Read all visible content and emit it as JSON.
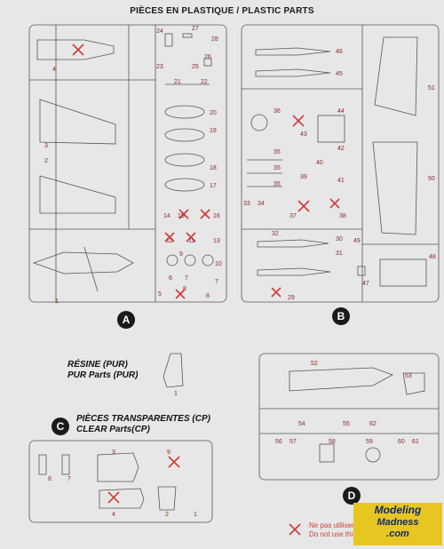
{
  "header": {
    "title": "PIÈCES EN PLASTIQUE / PLASTIC PARTS"
  },
  "sprue_a": {
    "badge": "A",
    "labels": [
      "4",
      "3",
      "2",
      "1",
      "24",
      "27",
      "28",
      "26",
      "23",
      "25",
      "21",
      "22",
      "20",
      "19",
      "18",
      "17",
      "14",
      "15",
      "16",
      "12",
      "11",
      "13",
      "9",
      "10",
      "7",
      "6",
      "5",
      "8",
      "8",
      "7"
    ]
  },
  "sprue_b": {
    "badge": "B",
    "labels": [
      "46",
      "45",
      "51",
      "44",
      "36",
      "43",
      "42",
      "41",
      "35",
      "35",
      "35",
      "40",
      "39",
      "50",
      "33",
      "34",
      "37",
      "38",
      "32",
      "30",
      "31",
      "49",
      "48",
      "47",
      "29"
    ]
  },
  "resin": {
    "title_fr": "RÉSINE (PUR)",
    "title_en": "PUR Parts (PUR)",
    "part": "1"
  },
  "sprue_c": {
    "badge": "C",
    "title_fr": "PIÈCES TRANSPARENTES (CP)",
    "title_en": "CLEAR Parts(CP)",
    "labels": [
      "8",
      "7",
      "3",
      "9",
      "4",
      "2",
      "1"
    ]
  },
  "sprue_d": {
    "badge": "D",
    "labels": [
      "52",
      "53",
      "54",
      "55",
      "62",
      "56",
      "57",
      "58",
      "59",
      "60",
      "61"
    ]
  },
  "legend": {
    "fr": "Ne pas utiliser",
    "en": "Do not use this part",
    "icon": "cross-icon",
    "color": "#d23a3a"
  },
  "logo": {
    "line1": "Modeling",
    "line2": "Madness",
    "line3": ".com"
  }
}
